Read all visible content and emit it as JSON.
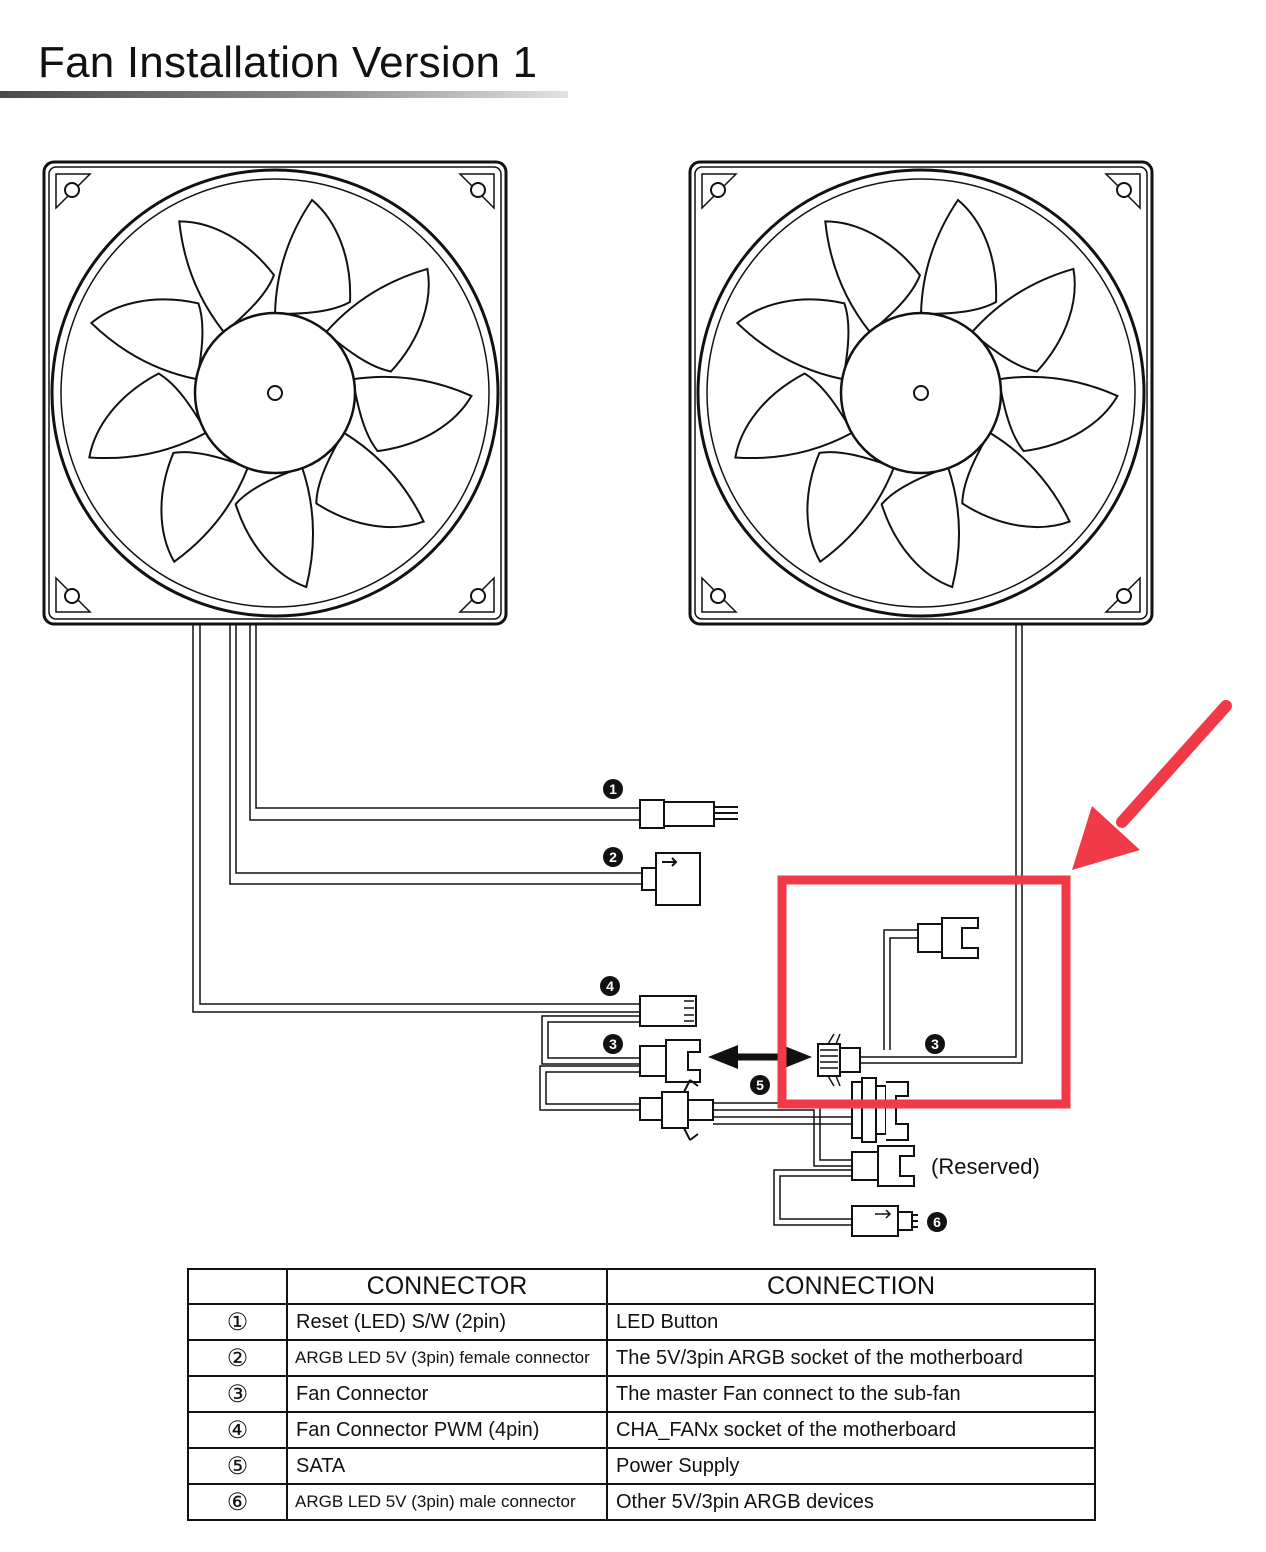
{
  "page": {
    "title": "Fan Installation Version 1"
  },
  "diagram": {
    "reserved_label": "(Reserved)",
    "badges": [
      "1",
      "2",
      "3",
      "4",
      "5",
      "6"
    ],
    "highlight_color": "#f03a47",
    "line_color": "#111111"
  },
  "table": {
    "headers": [
      "",
      "CONNECTOR",
      "CONNECTION"
    ],
    "rows": [
      {
        "num": "①",
        "connector": "Reset (LED) S/W (2pin)",
        "connection": "LED Button"
      },
      {
        "num": "②",
        "connector": "ARGB LED 5V (3pin) female connector",
        "connection": "The 5V/3pin ARGB socket of the motherboard"
      },
      {
        "num": "③",
        "connector": "Fan Connector",
        "connection": "The master Fan connect to the sub-fan"
      },
      {
        "num": "④",
        "connector": "Fan Connector PWM (4pin)",
        "connection": "CHA_FANx socket of the motherboard"
      },
      {
        "num": "⑤",
        "connector": "SATA",
        "connection": "Power Supply"
      },
      {
        "num": "⑥",
        "connector": "ARGB LED 5V (3pin) male connector",
        "connection": "Other 5V/3pin ARGB devices"
      }
    ]
  }
}
